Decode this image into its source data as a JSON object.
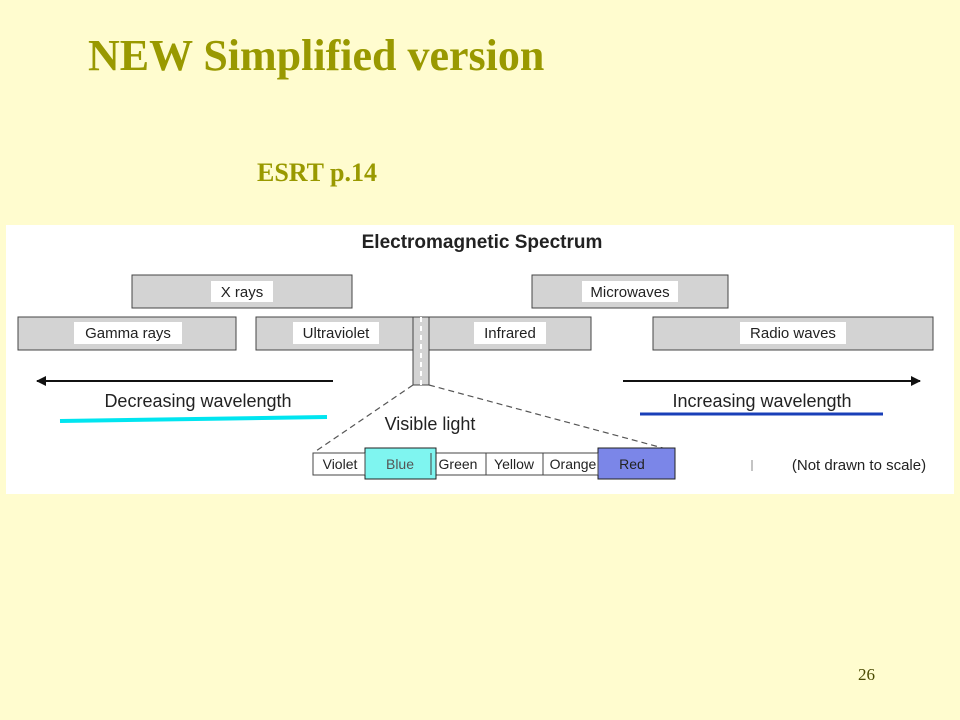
{
  "slide": {
    "title": "NEW Simplified version",
    "subtitle": "ESRT p.14",
    "page_number": "26"
  },
  "diagram": {
    "title": "Electromagnetic Spectrum",
    "bands_top_row": [
      "X rays",
      "Microwaves"
    ],
    "bands_bottom_row": [
      "Gamma rays",
      "Ultraviolet",
      "Infrared",
      "Radio waves"
    ],
    "left_arrow_label": "Decreasing wavelength",
    "right_arrow_label": "Increasing wavelength",
    "visible_light_label": "Visible light",
    "visible_colors": [
      "Violet",
      "Blue",
      "Green",
      "Yellow",
      "Orange",
      "Red"
    ],
    "note": "(Not drawn to scale)",
    "colors": {
      "blue_highlight": "#7ff5f0",
      "red_highlight": "#7b86e8",
      "left_underline": "#00e5f0",
      "right_underline": "#1a3fb8",
      "band_fill": "#d3d3d3",
      "slide_background": "#fffccf",
      "title_color": "#999900"
    }
  }
}
